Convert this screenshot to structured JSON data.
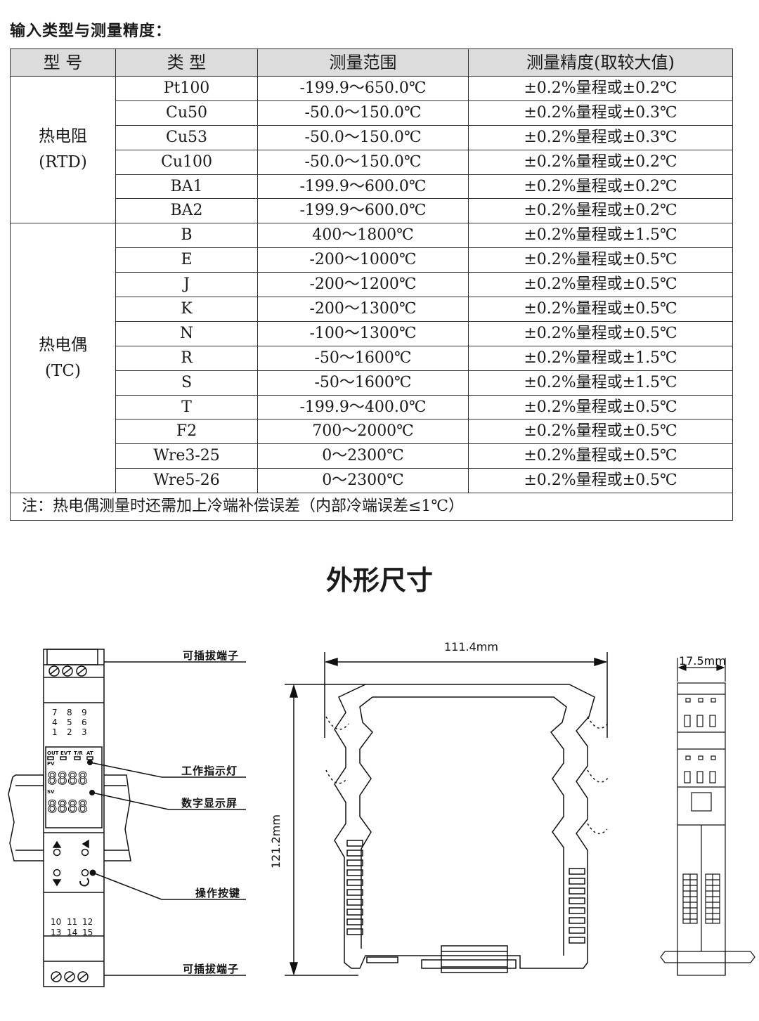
{
  "section_title": "输入类型与测量精度：",
  "table": {
    "headers": [
      "型 号",
      "类 型",
      "测量范围",
      "测量精度(取较大值)"
    ],
    "groups": [
      {
        "name": "热电阻",
        "code": "(RTD)",
        "rows": [
          [
            "Pt100",
            "-199.9～650.0℃",
            "±0.2%量程或±0.2℃"
          ],
          [
            "Cu50",
            "-50.0～150.0℃",
            "±0.2%量程或±0.3℃"
          ],
          [
            "Cu53",
            "-50.0～150.0℃",
            "±0.2%量程或±0.3℃"
          ],
          [
            "Cu100",
            "-50.0～150.0℃",
            "±0.2%量程或±0.2℃"
          ],
          [
            "BA1",
            "-199.9～600.0℃",
            "±0.2%量程或±0.2℃"
          ],
          [
            "BA2",
            "-199.9～600.0℃",
            "±0.2%量程或±0.2℃"
          ]
        ]
      },
      {
        "name": "热电偶",
        "code": "(TC)",
        "rows": [
          [
            "B",
            "400～1800℃",
            "±0.2%量程或±1.5℃"
          ],
          [
            "E",
            "-200～1000℃",
            "±0.2%量程或±0.5℃"
          ],
          [
            "J",
            "-200～1200℃",
            "±0.2%量程或±0.5℃"
          ],
          [
            "K",
            "-200～1300℃",
            "±0.2%量程或±0.5℃"
          ],
          [
            "N",
            "-100～1300℃",
            "±0.2%量程或±0.5℃"
          ],
          [
            "R",
            "-50～1600℃",
            "±0.2%量程或±1.5℃"
          ],
          [
            "S",
            "-50～1600℃",
            "±0.2%量程或±1.5℃"
          ],
          [
            "T",
            "-199.9～400.0℃",
            "±0.2%量程或±0.5℃"
          ],
          [
            "F2",
            "700～2000℃",
            "±0.2%量程或±0.5℃"
          ],
          [
            "Wre3-25",
            "0～2300℃",
            "±0.2%量程或±0.5℃"
          ],
          [
            "Wre5-26",
            "0～2300℃",
            "±0.2%量程或±0.5℃"
          ]
        ]
      }
    ],
    "note": "注：热电偶测量时还需加上冷端补偿误差（内部冷端误差≤1℃）"
  },
  "outline_title": "外形尺寸",
  "front_view": {
    "labels": {
      "top_terminal": "可插拔端子",
      "indicator": "工作指示灯",
      "display": "数字显示屏",
      "keys": "操作按键",
      "bottom_terminal": "可插拔端子"
    },
    "top_terminal_numbers": [
      [
        "7",
        "8",
        "9"
      ],
      [
        "4",
        "5",
        "6"
      ],
      [
        "1",
        "2",
        "3"
      ]
    ],
    "bottom_terminal_numbers": [
      [
        "10",
        "11",
        "12"
      ],
      [
        "13",
        "14",
        "15"
      ]
    ],
    "indicator_labels": [
      "OUT",
      "EVT",
      "T/R",
      "AT"
    ],
    "pv_label": "PV",
    "sv_label": "SV",
    "pv_digits": "8888",
    "sv_digits": "8888",
    "accent_color": "#d9262c"
  },
  "side_view": {
    "width": "111.4mm",
    "height": "121.2mm"
  },
  "end_view": {
    "width": "17.5mm"
  }
}
